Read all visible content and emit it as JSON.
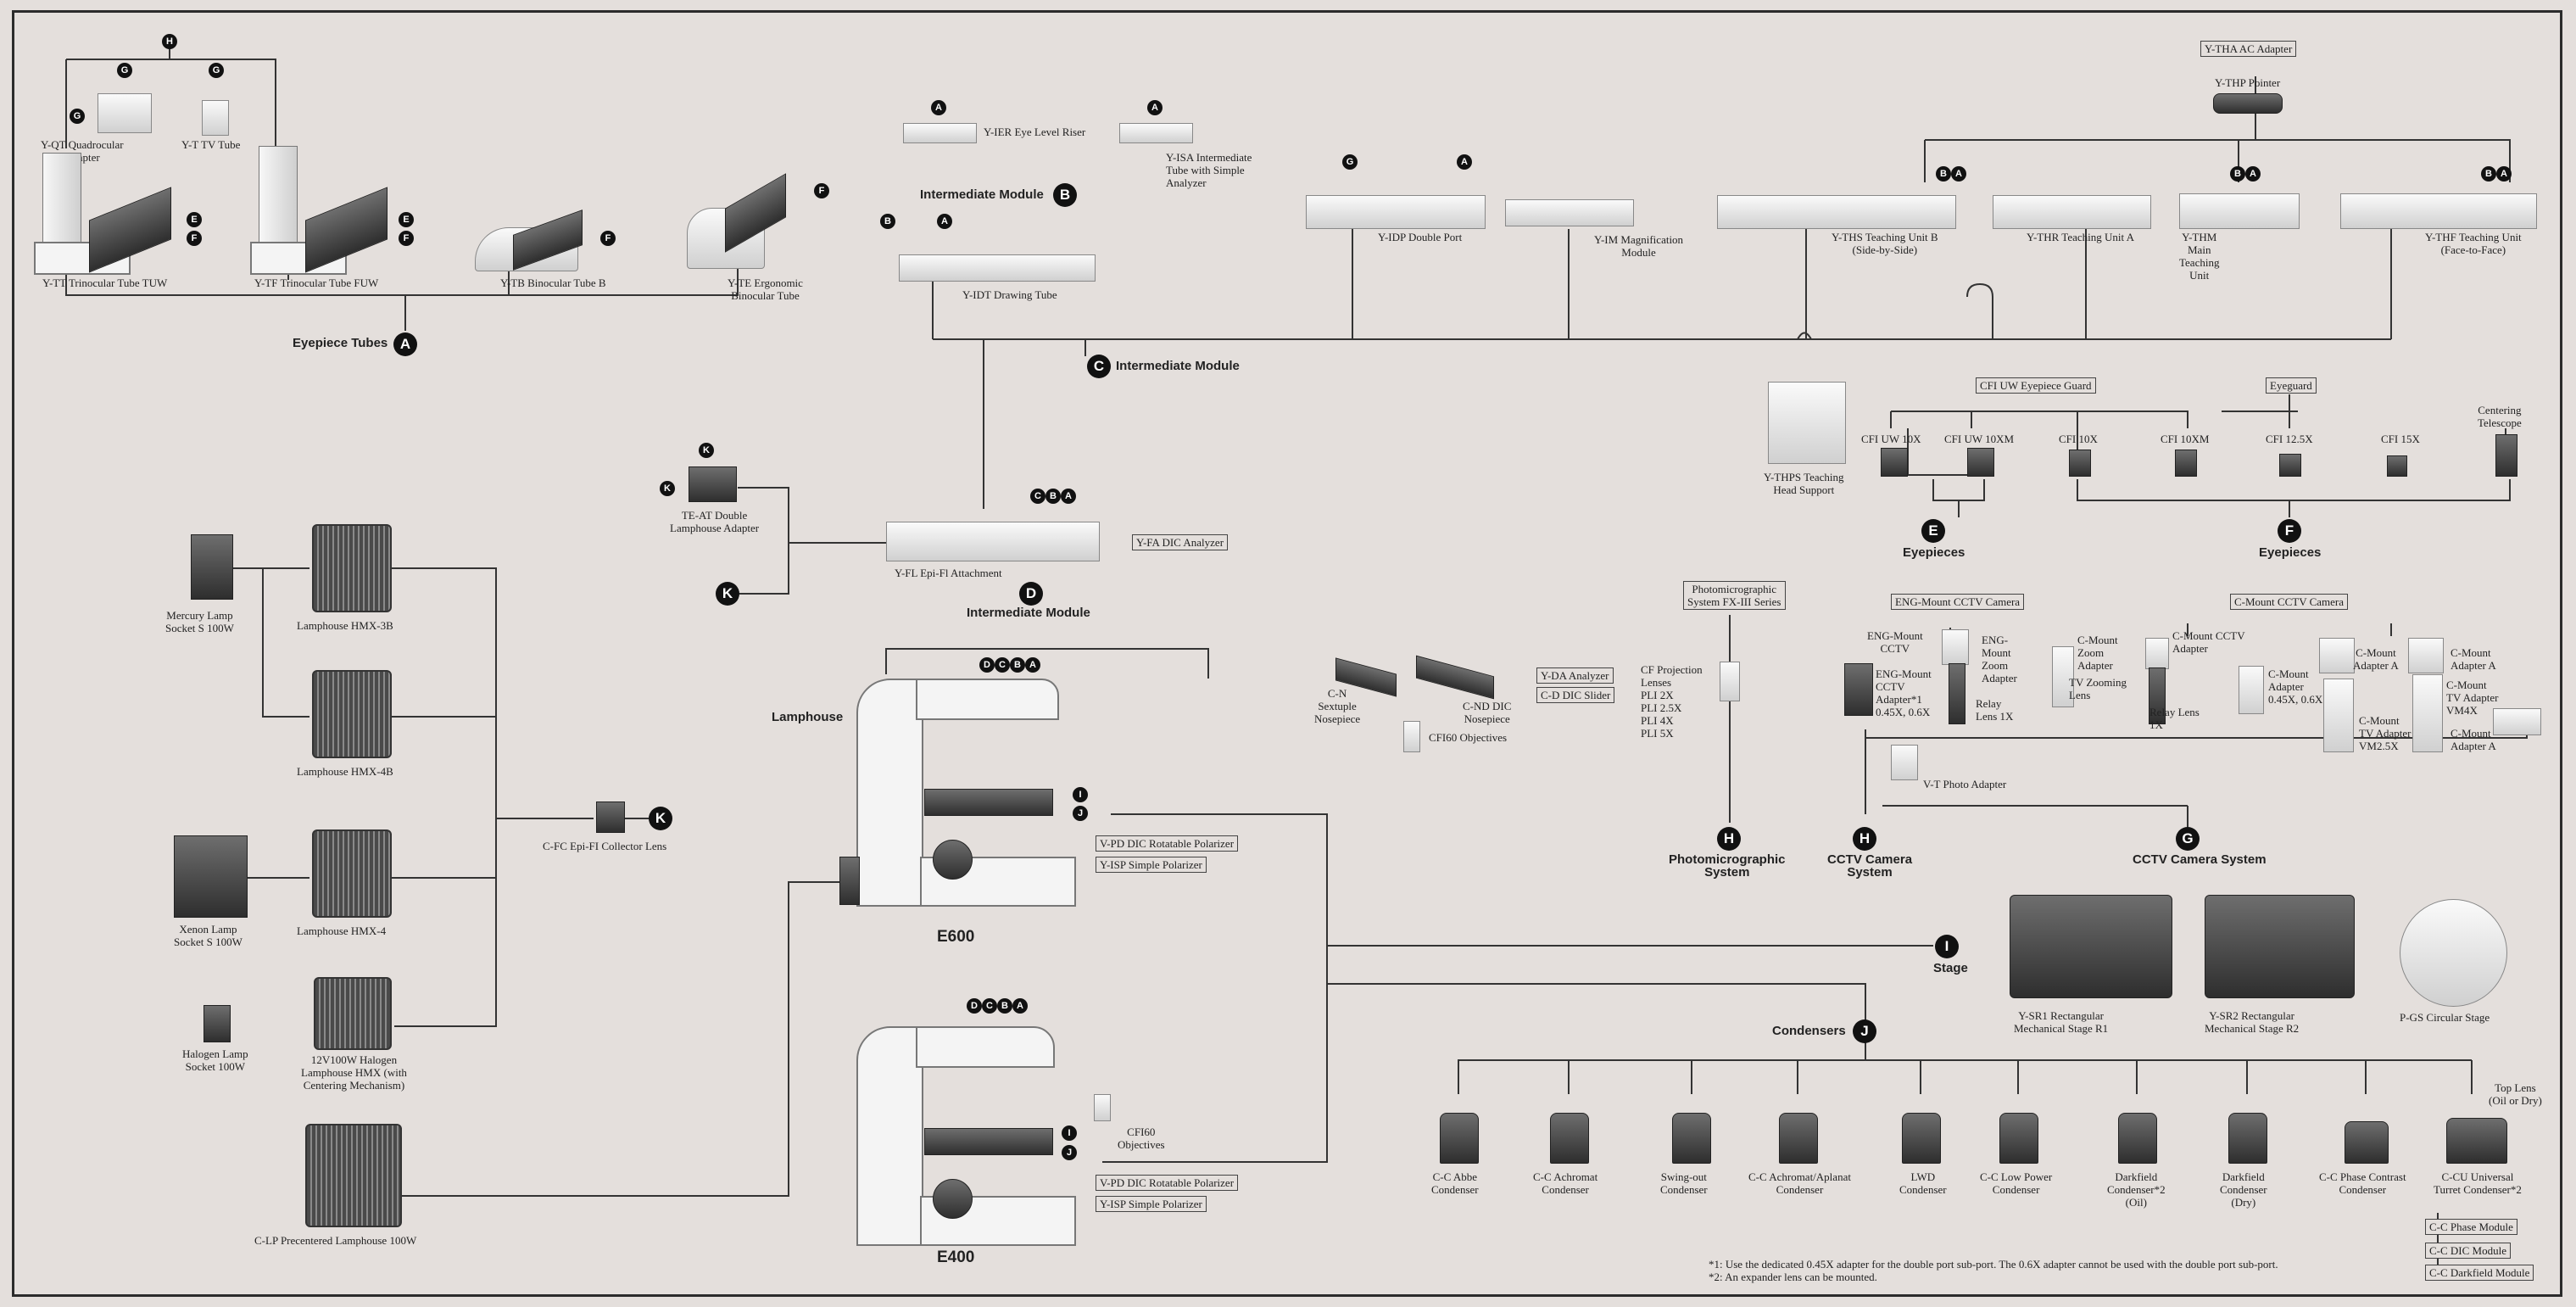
{
  "groups": {
    "eyepiece_tubes": "Eyepiece Tubes",
    "intermediate_module": "Intermediate Module",
    "eyepieces": "Eyepieces",
    "lamphouse": "Lamphouse",
    "e600": "E600",
    "e400": "E400",
    "photomicrographic": "Photomicrographic\nSystem",
    "cctv_camera": "CCTV Camera\nSystem",
    "cctv_camera_system": "CCTV Camera System",
    "stage": "Stage",
    "condensers": "Condensers"
  },
  "markers": [
    "A",
    "B",
    "C",
    "D",
    "E",
    "F",
    "G",
    "H",
    "I",
    "J",
    "K"
  ],
  "eyepiece_tubes": {
    "qt": "Y-QT Quadrocular\nAdapter",
    "tv": "Y-T TV Tube",
    "tt": "Y-TT Trinocular Tube TUW",
    "tf": "Y-TF Trinocular Tube FUW",
    "tb": "Y-TB Binocular Tube B",
    "te": "Y-TE Ergonomic\nBinocular Tube"
  },
  "intermediate": {
    "ier": "Y-IER Eye Level Riser",
    "isa": "Y-ISA Intermediate\nTube with Simple\nAnalyzer",
    "idt": "Y-IDT Drawing Tube",
    "idp": "Y-IDP Double Port",
    "im": "Y-IM Magnification\nModule",
    "ths": "Y-THS Teaching Unit B\n(Side-by-Side)",
    "thr": "Y-THR Teaching Unit A",
    "thm": "Y-THM\nMain\nTeaching\nUnit",
    "thf": "Y-THF Teaching Unit\n(Face-to-Face)",
    "tha": "Y-THA AC Adapter",
    "thp": "Y-THP Pointer",
    "thps": "Y-THPS Teaching\nHead Support",
    "fl": "Y-FL Epi-Fl Attachment",
    "fa": "Y-FA DIC Analyzer",
    "teat": "TE-AT Double\nLamphouse Adapter"
  },
  "eyepieces": {
    "uw_guard": "CFI UW Eyepiece Guard",
    "eyeguard": "Eyeguard",
    "uw10": "CFI UW 10X",
    "uw10m": "CFI UW 10XM",
    "c10": "CFI 10X",
    "c10m": "CFI 10XM",
    "c125": "CFI 12.5X",
    "c15": "CFI 15X",
    "ct": "Centering\nTelescope"
  },
  "lamps": {
    "mercury": "Mercury Lamp\nSocket S 100W",
    "hmx3b": "Lamphouse HMX-3B",
    "hmx4b": "Lamphouse HMX-4B",
    "xenon": "Xenon Lamp\nSocket S 100W",
    "hmx4": "Lamphouse HMX-4",
    "halogen_socket": "Halogen Lamp\nSocket 100W",
    "halogen": "12V100W Halogen\nLamphouse HMX (with\nCentering Mechanism)",
    "clp": "C-LP Precentered Lamphouse 100W",
    "cfc": "C-FC Epi-FI Collector Lens"
  },
  "nosepiece": {
    "cn": "C-N\nSextuple\nNosepiece",
    "cnd": "C-ND DIC\nNosepiece",
    "da": "Y-DA Analyzer",
    "cd": "C-D DIC Slider",
    "cfi60": "CFI60 Objectives",
    "cfi60b": "CFI60\nObjectives"
  },
  "polarizers": {
    "vpd": "V-PD DIC Rotatable Polarizer",
    "isp": "Y-ISP Simple Polarizer"
  },
  "photo": {
    "fx3": "Photomicrographic\nSystem FX-III Series",
    "cf": "CF Projection\nLenses\nPLI 2X\nPLI 2.5X\nPLI 4X\nPLI 5X"
  },
  "cctv": {
    "eng_title": "ENG-Mount CCTV Camera",
    "c_title": "C-Mount CCTV Camera",
    "eng_cctv": "ENG-Mount\nCCTV",
    "eng_adapter": "ENG-Mount\nCCTV\nAdapter*1\n0.45X, 0.6X",
    "eng_zoom": "ENG-\nMount\nZoom\nAdapter",
    "relay1": "Relay\nLens 1X",
    "c_zoom": "C-Mount\nZoom\nAdapter",
    "tv_zoom": "TV Zooming\nLens",
    "c_cctv": "C-Mount CCTV\nAdapter",
    "relay2": "Relay Lens\n1X",
    "c_adapter": "C-Mount\nAdapter\n0.45X, 0.6X",
    "c_adapter_a1": "C-Mount\nAdapter A",
    "c_adapter_a2": "C-Mount\nAdapter A",
    "c_tv_vm4": "C-Mount\nTV Adapter\nVM4X",
    "c_tv_vm25": "C-Mount\nTV Adapter\nVM2.5X",
    "c_adapter_a3": "C-Mount\nAdapter A",
    "vt": "V-T Photo Adapter"
  },
  "stages": {
    "sr1": "Y-SR1 Rectangular\nMechanical Stage R1",
    "sr2": "Y-SR2 Rectangular\nMechanical Stage R2",
    "pgs": "P-GS Circular Stage"
  },
  "condensers": {
    "abbe": "C-C Abbe\nCondenser",
    "achromat": "C-C Achromat\nCondenser",
    "swing": "Swing-out\nCondenser",
    "aplanat": "C-C Achromat/Aplanat\nCondenser",
    "lwd": "LWD\nCondenser",
    "lowpower": "C-C Low Power\nCondenser",
    "df_oil": "Darkfield\nCondenser*2\n(Oil)",
    "df_dry": "Darkfield\nCondenser\n(Dry)",
    "phase": "C-C Phase Contrast\nCondenser",
    "turret": "C-CU Universal\nTurret Condenser*2",
    "toplens": "Top Lens\n(Oil or Dry)",
    "mod_phase": "C-C Phase Module",
    "mod_dic": "C-C DIC Module",
    "mod_df": "C-C Darkfield Module"
  },
  "notes": {
    "n1": "*1: Use the dedicated 0.45X adapter for the double port sub-port. The 0.6X adapter cannot be used with the double port sub-port.",
    "n2": "*2: An expander lens can be mounted."
  }
}
